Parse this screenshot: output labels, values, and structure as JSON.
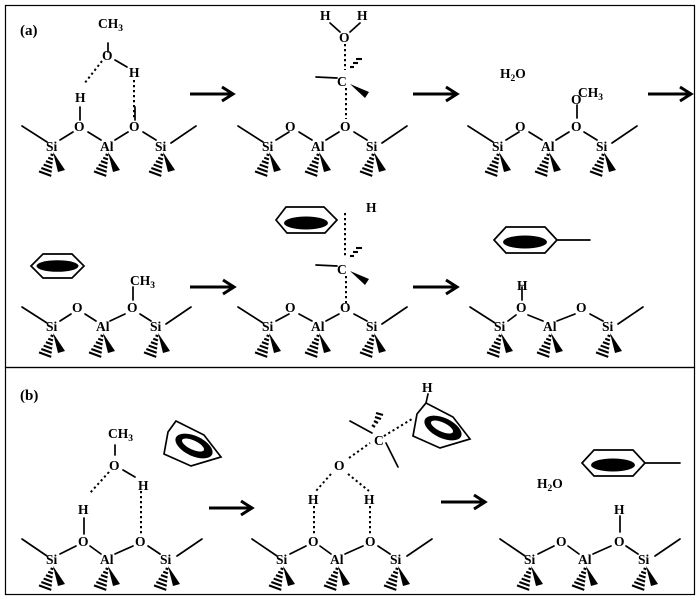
{
  "panels": [
    {
      "label": "(a)"
    },
    {
      "label": "(b)"
    }
  ],
  "atoms": {
    "silicon": "Si",
    "aluminium": "Al",
    "oxygen": "O",
    "hydrogen": "H",
    "carbon": "C",
    "methyl": "CH",
    "methyl_sub": "3",
    "water": "H",
    "water_sub": "2",
    "water_tail": "O"
  }
}
